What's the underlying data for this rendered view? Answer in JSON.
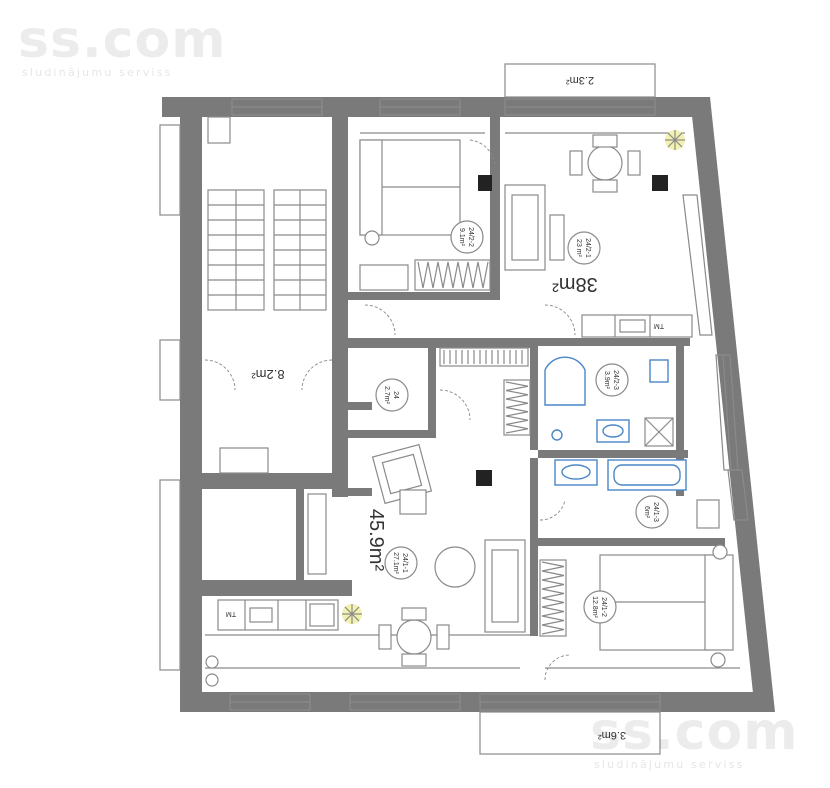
{
  "watermark": {
    "brand": "ss.com",
    "tagline": "sludinājumu serviss"
  },
  "balconies": {
    "top": "2.3m²",
    "bottom": "3.6m²"
  },
  "apartments": {
    "upper_total": "38m²",
    "lower_total": "45.9m²"
  },
  "rooms": {
    "stair": "8.2m²",
    "r2_2": {
      "id": "24/2-2",
      "area": "9.1m²"
    },
    "r2_1": {
      "id": "24/2-1",
      "area": "23 m²"
    },
    "r2_3": {
      "id": "24/2-3",
      "area": "3.9m²"
    },
    "r24": {
      "id": "24",
      "area": "2.7m²"
    },
    "r1_1": {
      "id": "24/1-1",
      "area": "27.1m²"
    },
    "r1_3": {
      "id": "24/1-3",
      "area": "6m²"
    },
    "r1_2": {
      "id": "24/1-2",
      "area": "12.8m²"
    }
  },
  "appliance": "TM"
}
